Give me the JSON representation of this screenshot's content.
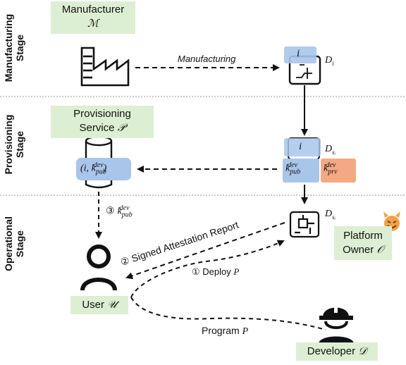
{
  "stages": [
    {
      "line1": "Manufacturing",
      "line2": "Stage"
    },
    {
      "line1": "Provisioning",
      "line2": "Stage"
    },
    {
      "line1": "Operational",
      "line2": "Stage"
    }
  ],
  "manufacturer": {
    "label": "Manufacturer",
    "symbol": "ℳ"
  },
  "provisioning_service": {
    "line1": "Provisioning",
    "line2": "Service",
    "symbol": "𝒫"
  },
  "platform_owner": {
    "line1": "Platform",
    "line2": "Owner",
    "symbol": "𝒪"
  },
  "user": {
    "label": "User",
    "symbol": "𝒰"
  },
  "developer": {
    "label": "Developer",
    "symbol": "𝒟"
  },
  "edges": {
    "manufacturing": "Manufacturing",
    "signed_report": "② Signed Attestation Report",
    "deploy_num": "①",
    "deploy_text": "Deploy",
    "deploy_var": "P",
    "program_text": "Program",
    "program_var": "P",
    "step3": "③"
  },
  "device_labels": {
    "d_i": "D",
    "d_i_sub": "i",
    "d_si": "D",
    "d_si_sub": "sᵢ",
    "i": "i"
  },
  "keys": {
    "k": "k",
    "pub_sub": "pub",
    "prv_sub": "prv",
    "sup": "dev",
    "tuple_open": "(i,",
    "tuple_close": ")"
  },
  "colors": {
    "green": "#dcefd3",
    "blue": "#a9c5ea",
    "orange": "#f4a983",
    "devil": "#f2a24a",
    "divider": "#999999"
  }
}
